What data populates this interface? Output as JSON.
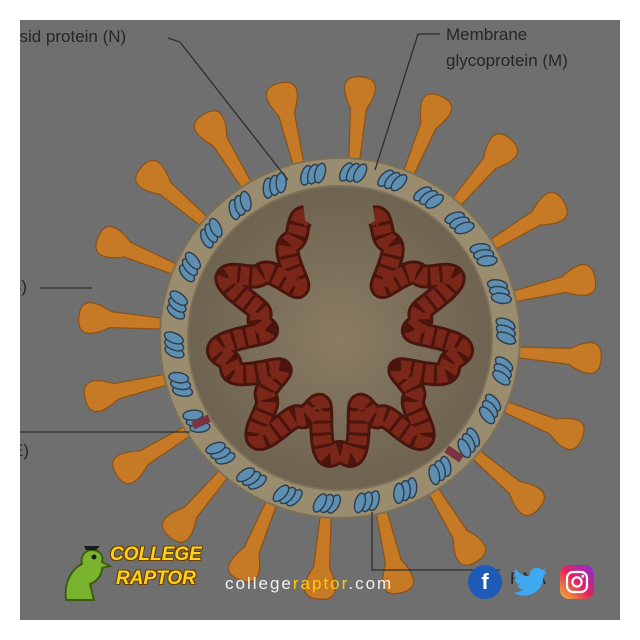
{
  "labels": {
    "nucleocapsid": "psid protein (N)",
    "membrane_line1": "Membrane",
    "membrane_line2": "glycoprotein (M)",
    "spike": "S)",
    "envelope": "E)",
    "rna": "RNA"
  },
  "footer": {
    "url_prefix": "college",
    "url_highlight": "raptor",
    "url_suffix": ".com",
    "logo_line1": "COLLEGE",
    "logo_line2": "RAPTOR",
    "facebook_glyph": "f"
  },
  "colors": {
    "background": "#6f6f6f",
    "envelope_ring": "#9a8c6e",
    "interior": "#7a6f5c",
    "spike": "#c77a25",
    "rna": "#7a2618",
    "membrane_protein": "#5f8fb0",
    "url_highlight": "#ffc80b"
  },
  "icons": [
    "facebook-icon",
    "twitter-icon",
    "instagram-icon"
  ]
}
